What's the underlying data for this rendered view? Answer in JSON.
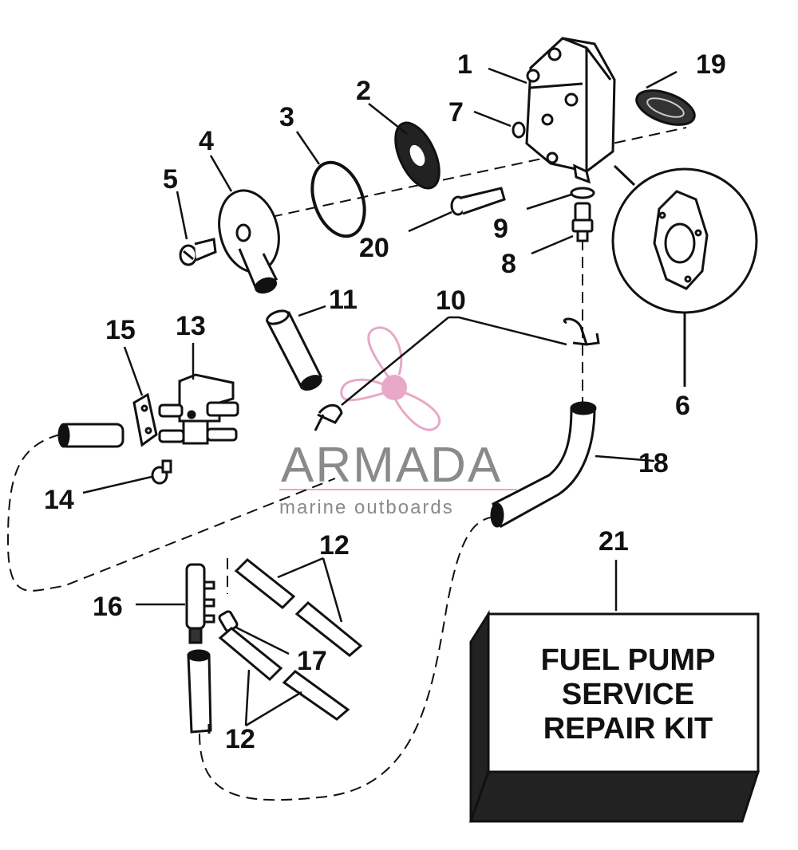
{
  "watermark": {
    "brand": "ARMADA",
    "tagline": "marine outboards",
    "accent_color": "#e8a8c8"
  },
  "callouts": {
    "p1": "1",
    "p2": "2",
    "p3": "3",
    "p4": "4",
    "p5": "5",
    "p6": "6",
    "p7": "7",
    "p8": "8",
    "p9": "9",
    "p10": "10",
    "p11": "11",
    "p12a": "12",
    "p12b": "12",
    "p13": "13",
    "p14": "14",
    "p15": "15",
    "p16": "16",
    "p17": "17",
    "p18": "18",
    "p19": "19",
    "p20": "20",
    "p21": "21"
  },
  "kit_box": {
    "line1": "FUEL PUMP",
    "line2": "SERVICE",
    "line3": "REPAIR KIT"
  }
}
